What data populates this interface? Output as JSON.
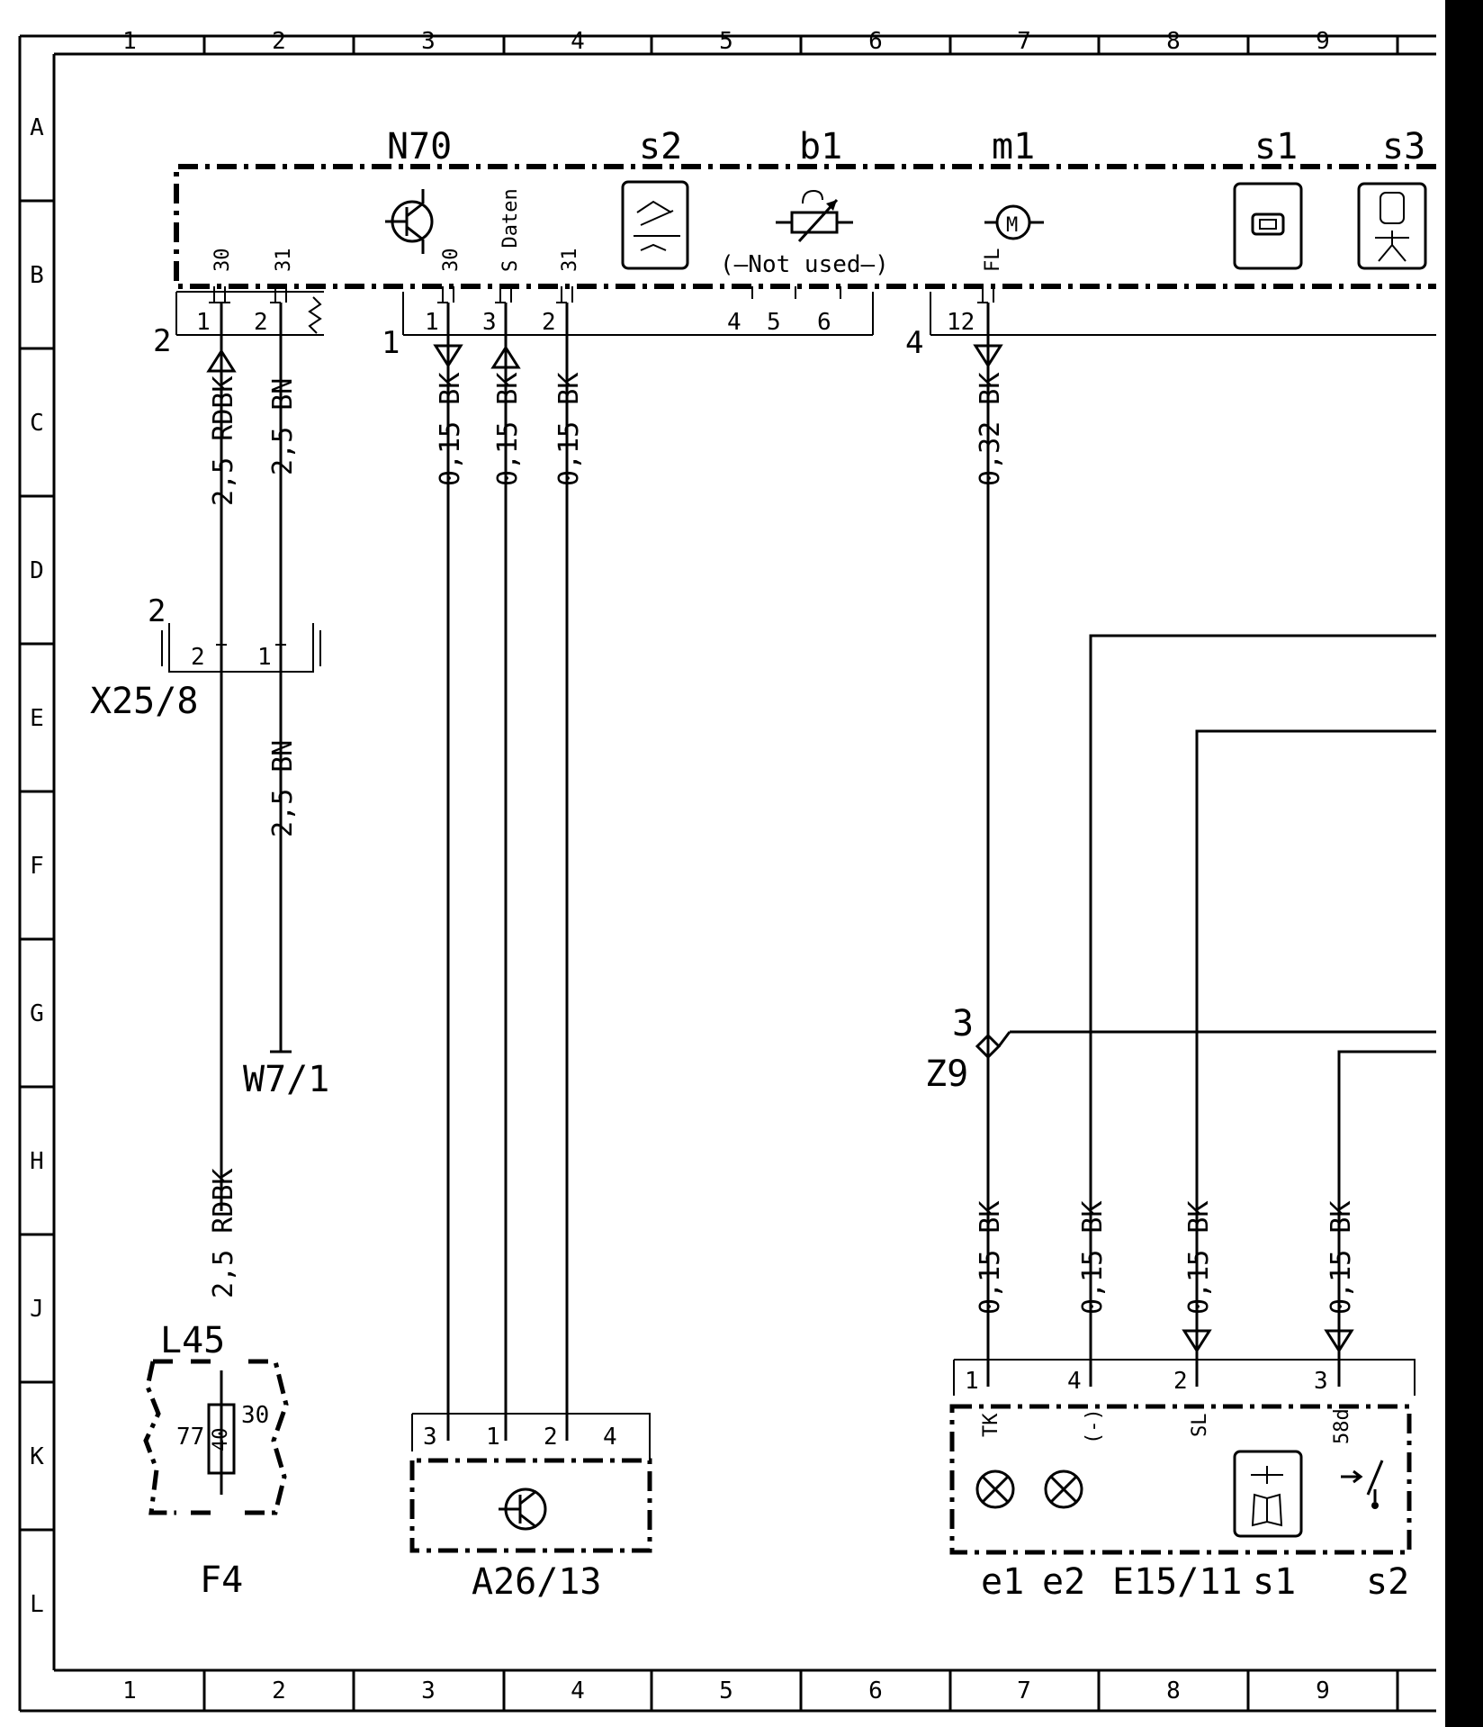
{
  "grid": {
    "columns": [
      "1",
      "2",
      "3",
      "4",
      "5",
      "6",
      "7",
      "8",
      "9"
    ],
    "rows": [
      "A",
      "B",
      "C",
      "D",
      "E",
      "F",
      "G",
      "H",
      "J",
      "K",
      "L"
    ]
  },
  "n70": {
    "label": "N70",
    "sub_labels": {
      "s2": "s2",
      "b1": "b1",
      "m1": "m1",
      "s1": "s1",
      "s3": "s3"
    },
    "not_used": "(—Not used—)",
    "connector_2": {
      "id": "2",
      "pins": [
        "1",
        "2"
      ],
      "terminals": [
        "30",
        "31"
      ]
    },
    "connector_1": {
      "id": "1",
      "pins": [
        "1",
        "3",
        "2",
        "4",
        "5",
        "6"
      ],
      "terminals": [
        "30",
        "S Daten",
        "31"
      ]
    },
    "connector_4": {
      "id": "4",
      "pins": [
        "12"
      ],
      "terminals": [
        "FL"
      ]
    }
  },
  "wires": {
    "w1": "2,5 RDBK",
    "w2": "2,5 BN",
    "w3": "0,15 BK",
    "w4": "0,15 BK",
    "w5": "0,15 BK",
    "w6": "0,32 BK",
    "w7": "2,5 BN",
    "w8": "2,5 RDBK",
    "w9": "0,15 BK",
    "w10": "0,15 BK",
    "w11": "0,15 BK",
    "w12": "0,15 BK"
  },
  "x25_8": {
    "label": "X25/8",
    "id": "2",
    "pins": [
      "2",
      "1"
    ]
  },
  "w7_1": {
    "label": "W7/1"
  },
  "f4": {
    "label": "F4",
    "sub": "L45",
    "fuse": "40",
    "pin_left": "77",
    "pin_right": "30"
  },
  "a26_13": {
    "label": "A26/13",
    "pins": [
      "3",
      "1",
      "2",
      "4"
    ]
  },
  "z9": {
    "label": "Z9",
    "pin": "3"
  },
  "e15_11": {
    "label": "E15/11",
    "pins": [
      "1",
      "4",
      "2",
      "3"
    ],
    "terminals": [
      "TK",
      "(-)",
      "SL",
      "58d"
    ],
    "sub_labels": {
      "e1": "e1",
      "e2": "e2",
      "s1": "s1",
      "s2": "s2"
    }
  }
}
